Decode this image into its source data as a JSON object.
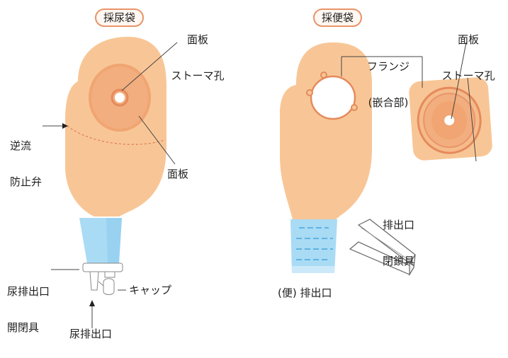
{
  "colors": {
    "pouch": "#f8c696",
    "faceplate_dark": "#f0a572",
    "faceplate_ring": "#e58a5c",
    "tail_blue": "#a9dbf4",
    "tail_blue_dark": "#5fb3e3",
    "leader": "#444444",
    "check_valve": "#e07a53"
  },
  "urine_pouch": {
    "title": "採尿袋",
    "label_faceplate_stoma_1": "面板",
    "label_faceplate_stoma_2": "ストーマ孔",
    "label_check_valve_1": "逆流",
    "label_check_valve_2": "防止弁",
    "label_faceplate": "面板",
    "label_outlet_closure_1": "尿排出口",
    "label_outlet_closure_2": "開閉具",
    "label_cap": "キャップ",
    "label_outlet": "尿排出口"
  },
  "fecal_pouch": {
    "title": "採便袋",
    "label_flange_1": "フランジ",
    "label_flange_2": "(嵌合部)",
    "label_faceplate_stoma_1": "面板",
    "label_faceplate_stoma_2": "ストーマ孔",
    "label_clamp_1": "排出口",
    "label_clamp_2": "閉鎖具",
    "label_outlet": "(便) 排出口"
  }
}
